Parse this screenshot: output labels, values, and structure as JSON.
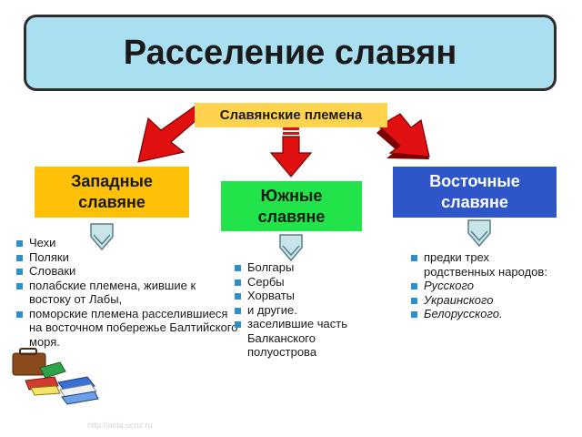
{
  "title": "Расселение славян",
  "subtitle": "Славянские племена",
  "groups": {
    "west": {
      "line1": "Западные",
      "line2": "славяне"
    },
    "south": {
      "line1": "Южные",
      "line2": "славяне"
    },
    "east": {
      "line1": "Восточные",
      "line2": "славяне"
    }
  },
  "west_items": [
    "Чехи",
    "Поляки",
    "Словаки",
    "полабские племена, жившие к востоку от Лабы,",
    "поморские племена расселившиеся на восточном побережье Балтийского моря."
  ],
  "south_items": [
    "Болгары",
    "Сербы",
    "Хорваты",
    "и другие.",
    "заселившие часть Балканского полуострова"
  ],
  "east_items": [
    "предки трех родственных народов:",
    "Русского",
    "Украинского",
    "Белорусского."
  ],
  "watermark": "http://aida.ucoz.ru",
  "colors": {
    "title_bg": "#a9dff0",
    "tribes_bg": "#ffd34d",
    "west_bg": "#ffc107",
    "south_bg": "#22e34a",
    "east_bg": "#2f56c8",
    "arrow": "#e01010",
    "bullet": "#2c8fd0"
  },
  "icons": [
    "red-arrow-icon",
    "chevron-arrow-icon",
    "books-icon"
  ]
}
